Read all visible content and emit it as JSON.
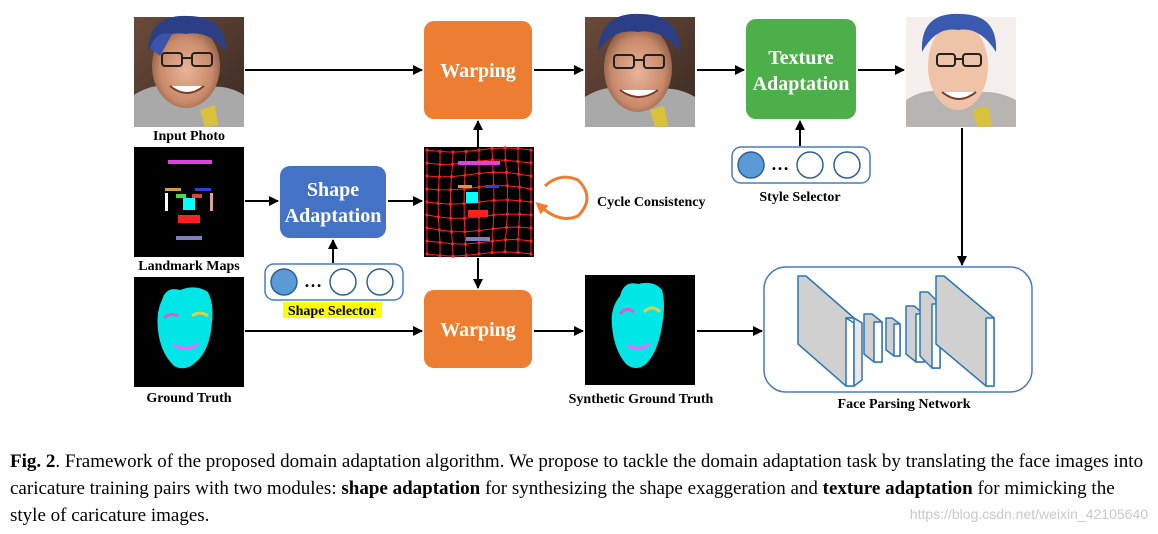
{
  "labels": {
    "input_photo": "Input Photo",
    "landmark_maps": "Landmark Maps",
    "ground_truth": "Ground Truth",
    "shape_selector": "Shape Selector",
    "cycle_consistency": "Cycle Consistency",
    "style_selector": "Style Selector",
    "synthetic_ground_truth": "Synthetic Ground Truth",
    "face_parsing_network": "Face Parsing Network",
    "ellipsis": "…"
  },
  "boxes": {
    "warping_top": "Warping",
    "warping_bottom": "Warping",
    "texture_line1": "Texture",
    "texture_line2": "Adaptation",
    "shape_line1": "Shape",
    "shape_line2": "Adaptation"
  },
  "caption": {
    "fig_label": "Fig. 2",
    "text_1": ". Framework of the proposed domain adaptation algorithm. We propose to tackle the domain adaptation task by translating the face images into caricature training pairs with two modules: ",
    "bold_1": "shape adaptation",
    "text_2": " for synthesizing the shape exaggeration and ",
    "bold_2": "texture adaptation",
    "text_3": " for mimicking the style of caricature images."
  },
  "watermark": "https://blog.csdn.net/weixin_42105640",
  "colors": {
    "warping": "#ed7d31",
    "texture": "#4caf4a",
    "shape": "#4472c4",
    "selector_fill": "#5b9bd5",
    "shape_selector_highlight": "#ffff00",
    "network_fill": "#d0d0d0",
    "network_outline": "#2e75b6",
    "grid_red": "#ff2020"
  },
  "icons": [
    "input-photo-image",
    "landmark-map-image",
    "ground-truth-mask-image",
    "warped-photo-image",
    "caricature-output-image",
    "warp-grid-image",
    "synthetic-ground-truth-image",
    "face-parsing-network-icon",
    "cycle-arrow-icon"
  ]
}
